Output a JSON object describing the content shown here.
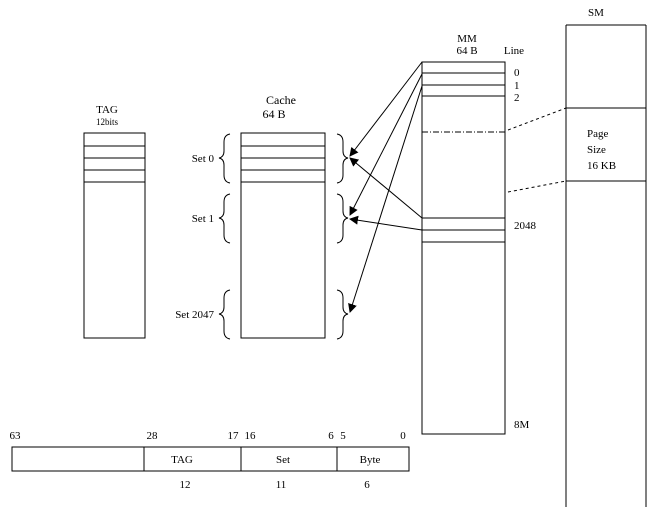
{
  "tag_block": {
    "title": "TAG",
    "subtitle": "12bits"
  },
  "cache_block": {
    "title": "Cache",
    "subtitle": "64 B"
  },
  "sets": [
    {
      "label": "Set 0"
    },
    {
      "label": "Set 1"
    },
    {
      "label": "Set 2047"
    }
  ],
  "main_memory": {
    "title": "MM",
    "subtitle": "64 B",
    "line_header": "Line",
    "line_labels": [
      "0",
      "1",
      "2",
      "2048",
      "8M"
    ]
  },
  "secondary_memory": {
    "title": "SM",
    "page_label": "Page",
    "size_label": "Size",
    "size_value": "16 KB"
  },
  "address_format": {
    "bit_positions": [
      "63",
      "28",
      "17",
      "16",
      "6",
      "5",
      "0"
    ],
    "fields": [
      {
        "name": "",
        "width": ""
      },
      {
        "name": "TAG",
        "width": "12"
      },
      {
        "name": "Set",
        "width": "11"
      },
      {
        "name": "Byte",
        "width": "6"
      }
    ]
  }
}
